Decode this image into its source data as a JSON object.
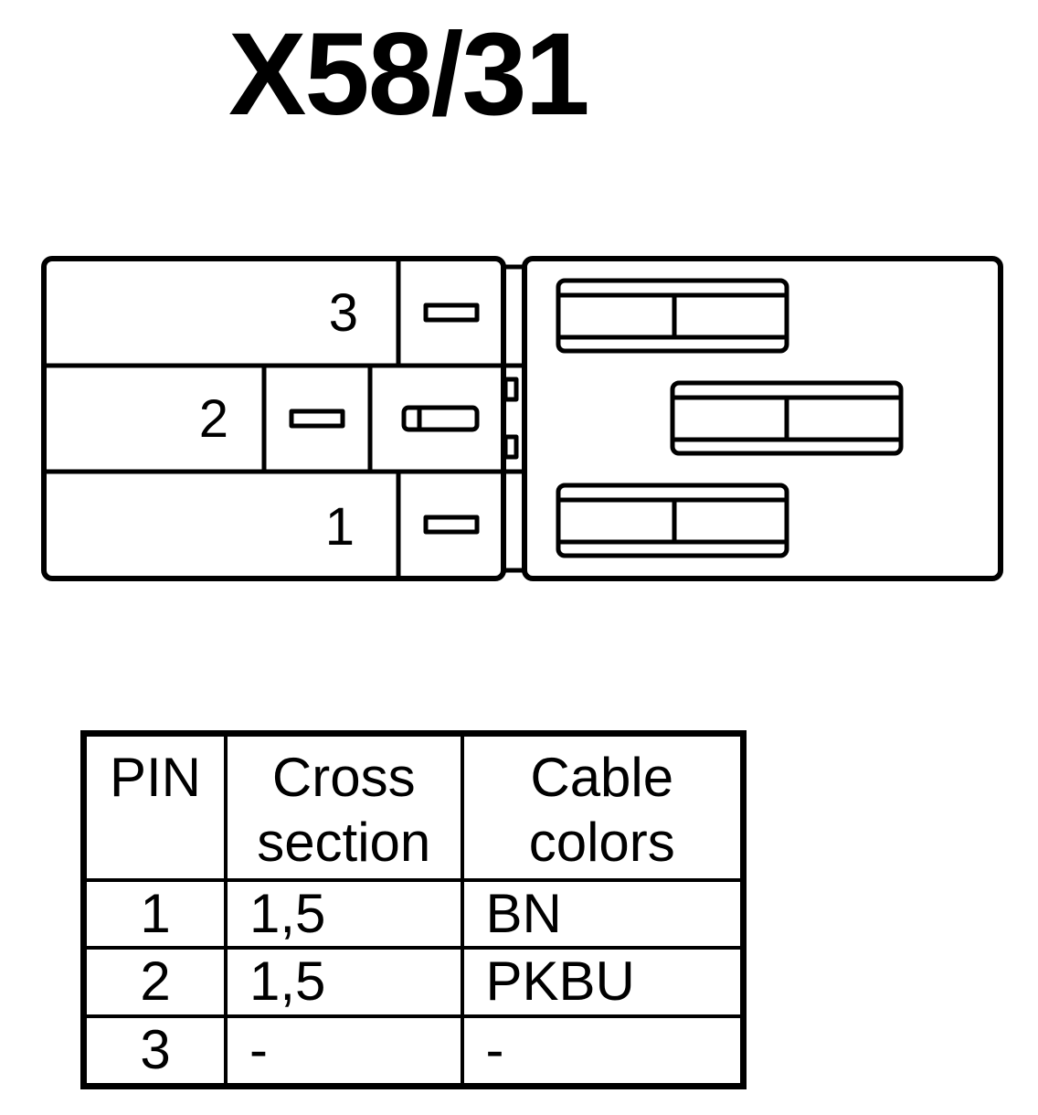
{
  "title": "X58/31",
  "connector": {
    "pin_labels": [
      "3",
      "2",
      "1"
    ]
  },
  "table": {
    "headers": [
      {
        "lines": [
          "PIN"
        ]
      },
      {
        "lines": [
          "Cross",
          "section"
        ]
      },
      {
        "lines": [
          "Cable",
          "colors"
        ]
      }
    ],
    "rows": [
      {
        "pin": "1",
        "cross_section": "1,5",
        "color": "BN"
      },
      {
        "pin": "2",
        "cross_section": "1,5",
        "color": "PKBU"
      },
      {
        "pin": "3",
        "cross_section": "-",
        "color": "-"
      }
    ]
  }
}
